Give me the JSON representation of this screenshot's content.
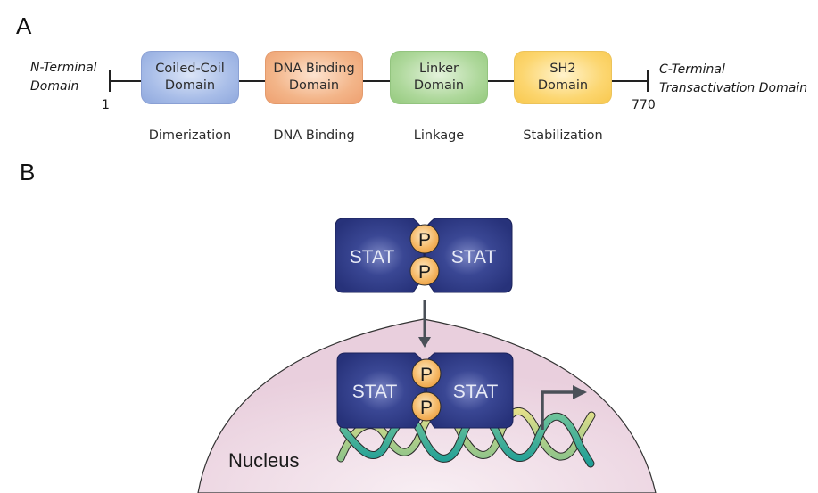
{
  "panel_a": {
    "label": "A",
    "n_terminal": "N-Terminal\nDomain",
    "c_terminal": "C-Terminal\nTransactivation Domain",
    "start_position": "1",
    "end_position": "770",
    "domains": [
      {
        "name": "Coiled-Coil\nDomain",
        "function": "Dimerization",
        "color": "#9fb6e3"
      },
      {
        "name": "DNA Binding\nDomain",
        "function": "DNA Binding",
        "color": "#f2b184"
      },
      {
        "name": "Linker\nDomain",
        "function": "Linkage",
        "color": "#a7d493"
      },
      {
        "name": "SH2\nDomain",
        "function": "Stabilization",
        "color": "#fcd56a"
      }
    ]
  },
  "panel_b": {
    "label": "B",
    "dimer_cytoplasm": {
      "left": "STAT",
      "right": "STAT",
      "phospho_top": "P",
      "phospho_bottom": "P"
    },
    "dimer_nucleus": {
      "left": "STAT",
      "right": "STAT",
      "phospho_top": "P",
      "phospho_bottom": "P"
    },
    "nucleus_label": "Nucleus",
    "colors": {
      "stat": "#2f3a8a",
      "phospho": "#f5b865",
      "nucleus": "#ecd3e0",
      "arrow": "#4a5058",
      "dna_a": "#d7d97a",
      "dna_b": "#2fae9a"
    }
  }
}
